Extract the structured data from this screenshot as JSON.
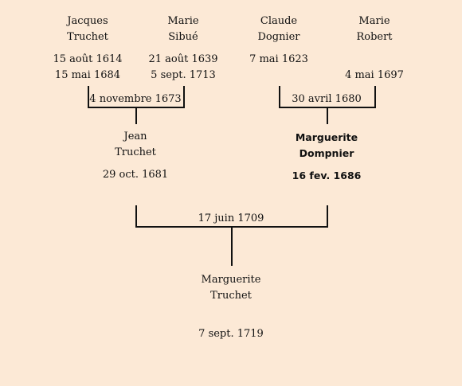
{
  "ancestors": [
    {
      "first": "Jacques",
      "last": "Truchet",
      "birth": "15 août 1614",
      "death": "15 mai 1684"
    },
    {
      "first": "Marie",
      "last": "Sibué",
      "birth": "21 août 1639",
      "death": "5 sept. 1713"
    },
    {
      "first": "Claude",
      "last": "Dognier",
      "birth": "7 mai 1623",
      "death": ""
    },
    {
      "first": "Marie",
      "last": "Robert",
      "birth": "",
      "death": "4 mai 1697"
    }
  ],
  "marriages": {
    "left": "4 novembre 1673",
    "right": "30 avril 1680",
    "bottom": "17 juin 1709"
  },
  "parents": [
    {
      "first": "Jean",
      "last": "Truchet",
      "birth": "29 oct. 1681"
    },
    {
      "first": "Marguerite",
      "last": "Dompnier",
      "birth": "16 fev. 1686"
    }
  ],
  "child": {
    "first": "Marguerite",
    "last": "Truchet",
    "birth": "7 sept. 1719"
  }
}
